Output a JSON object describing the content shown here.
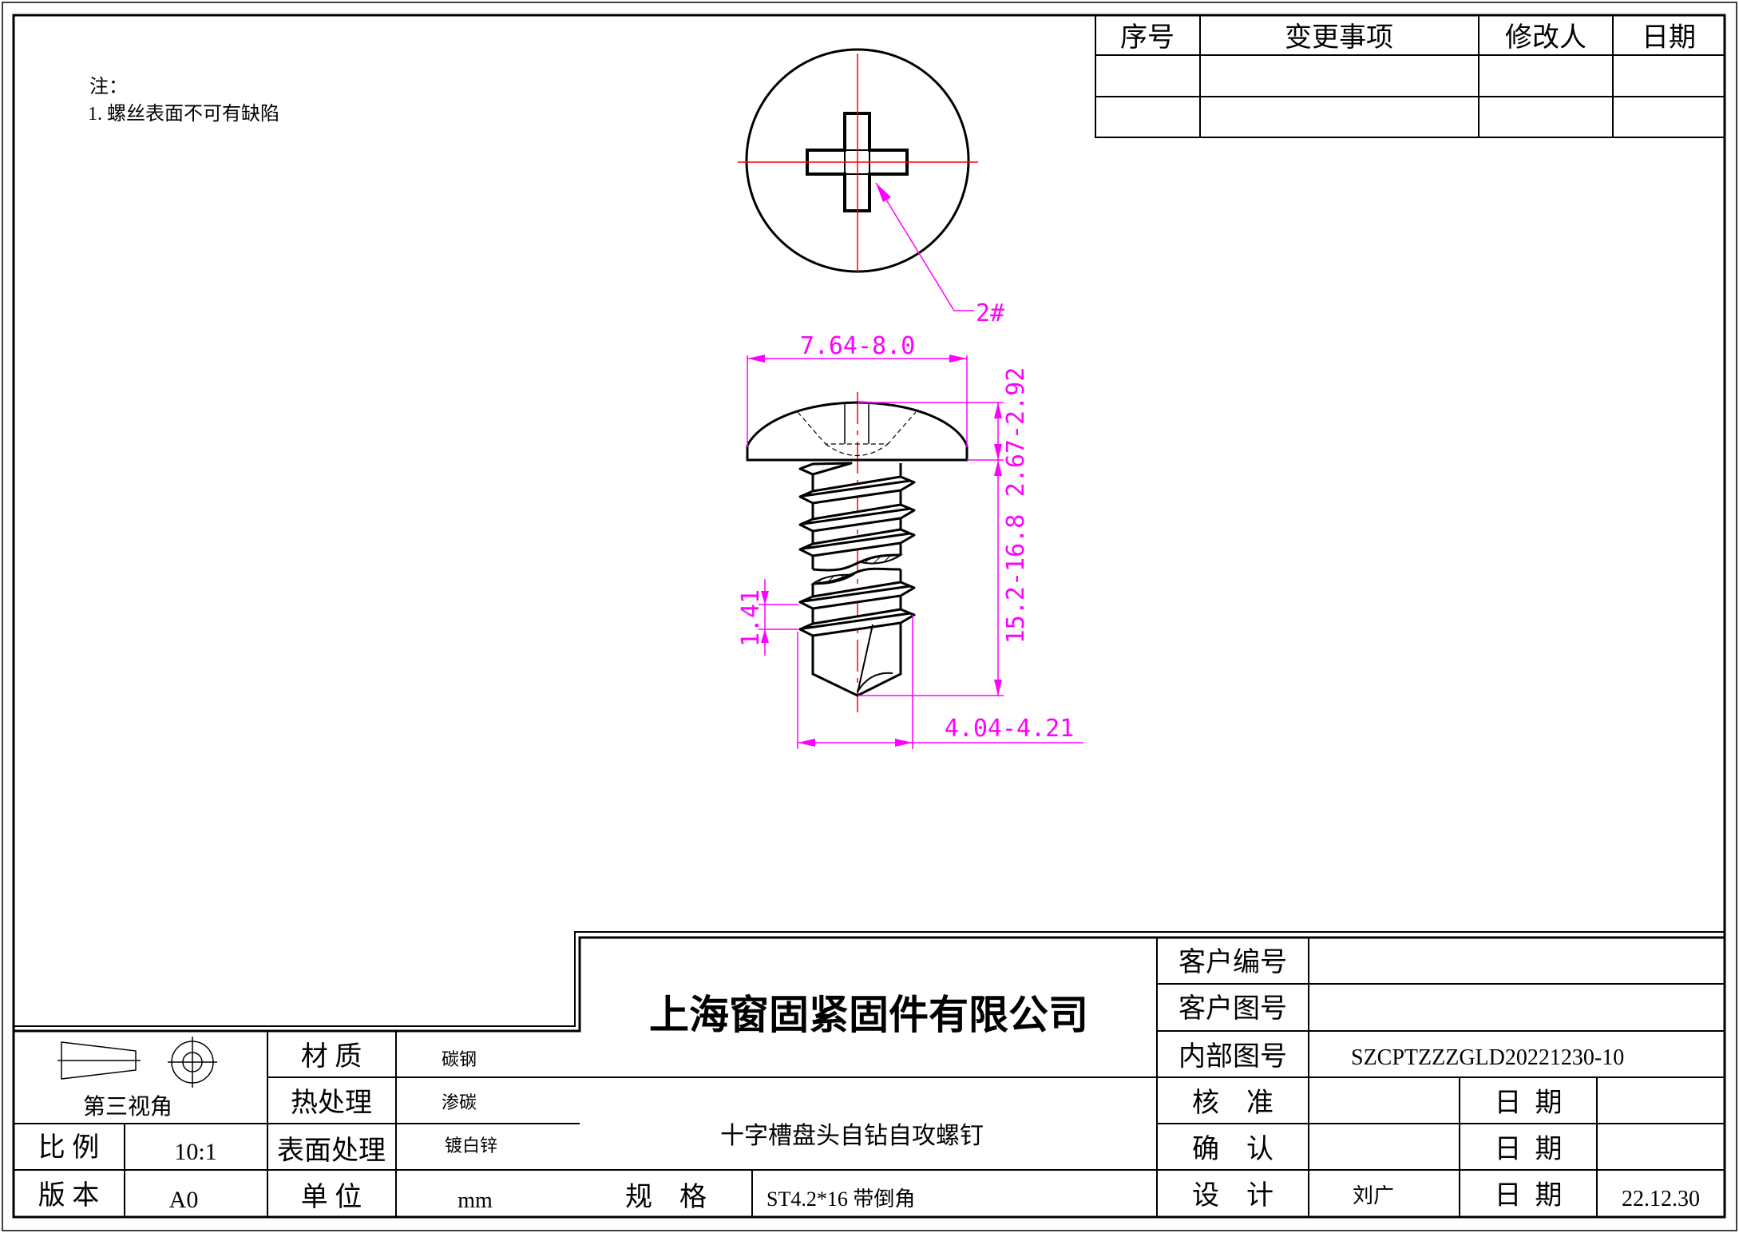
{
  "notes": {
    "title": "注：",
    "items": [
      "1. 螺丝表面不可有缺陷"
    ]
  },
  "revision_table": {
    "headers": [
      "序号",
      "变更事项",
      "修改人",
      "日期"
    ],
    "rows": [
      [
        "",
        "",
        "",
        ""
      ],
      [
        "",
        "",
        "",
        ""
      ]
    ]
  },
  "dimensions": {
    "head_diameter": "7.64-8.0",
    "head_height": "2.67-2.92",
    "length": "15.2-16.8",
    "pitch": "1.41",
    "thread_diameter": "4.04-4.21",
    "drive_size": "2#"
  },
  "colors": {
    "dimension": "#ff00ff",
    "centerline": "#ff0000",
    "outline": "#000000"
  },
  "title_block": {
    "company": "上海窗固紧固件有限公司",
    "product_name": "十字槽盘头自钻自攻螺钉",
    "projection": "第三视角",
    "material_label": "材 质",
    "material": "碳钢",
    "heat_treatment_label": "热处理",
    "heat_treatment": "渗碳",
    "surface_label": "表面处理",
    "surface": "镀白锌",
    "scale_label": "比 例",
    "scale": "10:1",
    "version_label": "版 本",
    "version": "A0",
    "unit_label": "单 位",
    "unit": "mm",
    "spec_label": "规    格",
    "spec": "ST4.2*16 带倒角",
    "customer_no_label": "客户编号",
    "customer_no": "",
    "customer_drawing_label": "客户图号",
    "customer_drawing": "",
    "internal_drawing_label": "内部图号",
    "internal_drawing": "SZCPTZZZGLD20221230-10",
    "approve_label": "核    准",
    "approve": "",
    "confirm_label": "确    认",
    "confirm": "",
    "design_label": "设    计",
    "designer": "刘广",
    "date_label": "日  期",
    "approve_date": "",
    "confirm_date": "",
    "design_date": "22.12.30"
  }
}
